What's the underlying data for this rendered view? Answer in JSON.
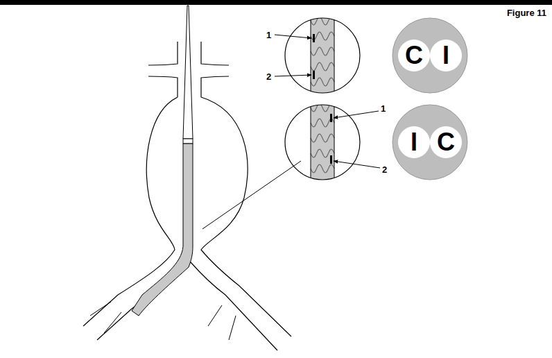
{
  "diagram": {
    "title": "Figure 11",
    "nodes": [
      {
        "text": [
          "C"
        ]
      },
      {
        "text": [
          "I"
        ]
      },
      {
        "text": [
          "I"
        ]
      },
      {
        "text": [
          "C"
        ]
      }
    ],
    "labels": [
      "1",
      "2",
      "1",
      "2"
    ]
  }
}
